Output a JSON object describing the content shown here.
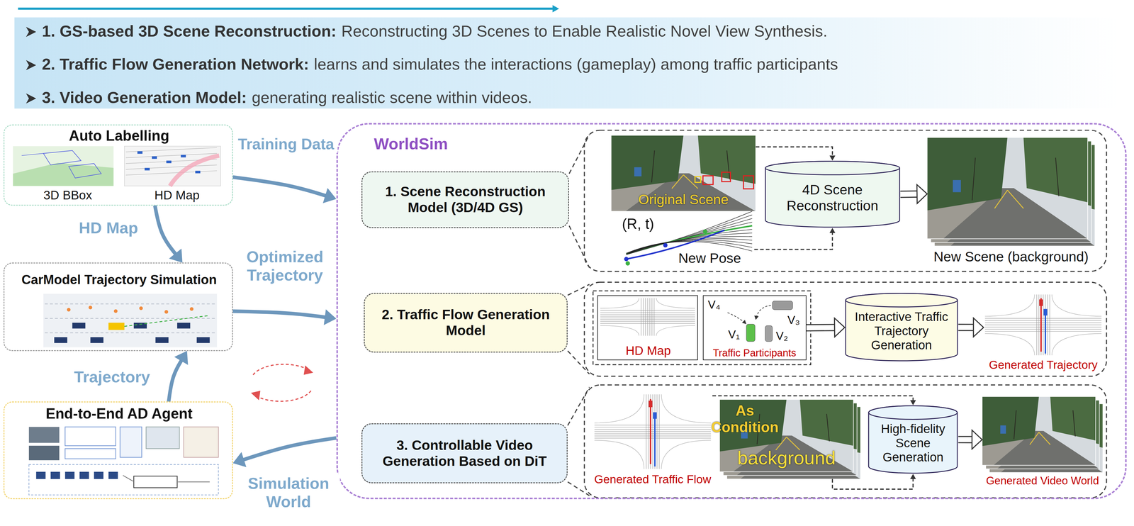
{
  "diagram": {
    "nodes": [
      {
        "text": [
          "1. GS-based 3D Scene Reconstruction:",
          "Reconstructing 3D Scenes to Enable Realistic Novel View Synthesis.",
          "2. Traffic Flow Generation Network:",
          "learns and simulates the interactions (gameplay) among traffic participants",
          "3. Video Generation Model:",
          "generating realistic scene within videos."
        ]
      },
      {
        "text": [
          "Auto Labelling",
          "3D BBox",
          "HD Map"
        ]
      },
      {
        "text": [
          "CarModel Trajectory Simulation"
        ]
      },
      {
        "text": [
          "End-to-End AD Agent"
        ]
      },
      {
        "text": [
          "WorldSim"
        ]
      },
      {
        "text": [
          "1. Scene Reconstruction Model (3D/4D GS)"
        ],
        "in": 4
      },
      {
        "text": [
          "Original Scene"
        ],
        "in": 4
      },
      {
        "text": [
          "(R, t)",
          "New Pose"
        ],
        "in": 4
      },
      {
        "text": [
          "4D Scene Reconstruction"
        ],
        "in": 4
      },
      {
        "text": [
          "New Scene (background)"
        ],
        "in": 4
      },
      {
        "text": [
          "2. Traffic Flow Generation Model"
        ],
        "in": 4
      },
      {
        "text": [
          "HD Map"
        ],
        "in": 4
      },
      {
        "text": [
          "V₄",
          "V₃",
          "V₁",
          "V₂",
          "Traffic Participants"
        ],
        "in": 4
      },
      {
        "text": [
          "Interactive Traffic Trajectory Generation"
        ],
        "in": 4
      },
      {
        "text": [
          "Generated Trajectory"
        ],
        "in": 4
      },
      {
        "text": [
          "3. Controllable Video Generation Based on DiT"
        ],
        "in": 4
      },
      {
        "text": [
          "Generated Traffic Flow"
        ],
        "in": 4
      },
      {
        "text": [
          "background"
        ],
        "in": 4
      },
      {
        "text": [
          "High-fidelity Scene Generation"
        ],
        "in": 4
      },
      {
        "text": [
          "Generated Video World"
        ],
        "in": 4
      }
    ],
    "edges": [
      {
        "from": 1,
        "to": 4,
        "label": "Training Data",
        "arrow": "to"
      },
      {
        "from": 1,
        "to": 2,
        "label": "HD Map",
        "arrow": "to"
      },
      {
        "from": 2,
        "to": 4,
        "label": "Optimized Trajectory",
        "arrow": "to"
      },
      {
        "from": 3,
        "to": 2,
        "label": "Trajectory",
        "arrow": "to"
      },
      {
        "from": 4,
        "to": 3,
        "label": "Simulation World",
        "arrow": "to"
      },
      {
        "from": 6,
        "to": 8,
        "arrow": "to"
      },
      {
        "from": 7,
        "to": 8,
        "arrow": "to"
      },
      {
        "from": 8,
        "to": 9,
        "arrow": "to"
      },
      {
        "from": 12,
        "to": 13,
        "arrow": "to"
      },
      {
        "from": 13,
        "to": 14,
        "arrow": "to"
      },
      {
        "from": 16,
        "to": 18,
        "arrow": "to"
      },
      {
        "from": 17,
        "to": 18,
        "arrow": "to"
      },
      {
        "from": 18,
        "to": 19,
        "arrow": "to"
      }
    ],
    "labels": [
      "As Condition"
    ]
  }
}
